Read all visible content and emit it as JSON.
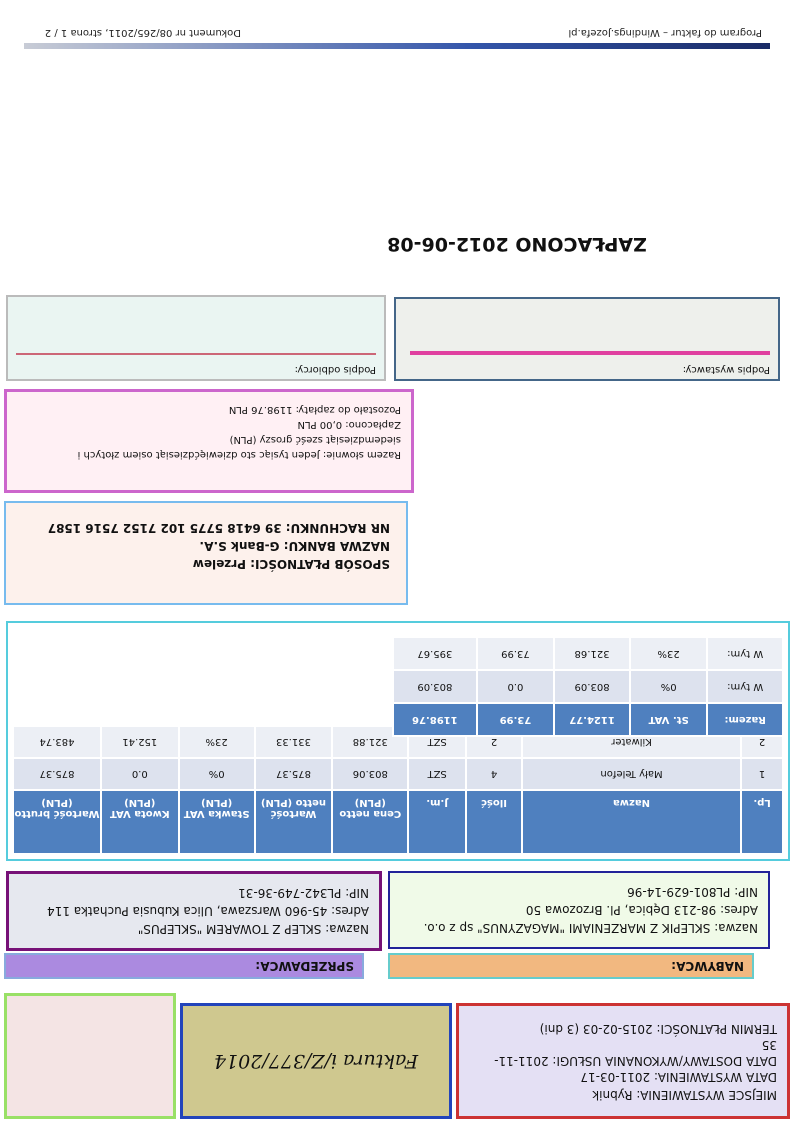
{
  "header": {
    "left": "Program do faktur – Windings.Jozefa.pl",
    "right": "Dokument nr 08/265/2011, strona 1 / 2"
  },
  "invoice": {
    "place": "MIEJSCE WYSTAWIENIA: Rybnik",
    "issue_date": "DATA WYSTAWIENIA: 2011-03-17",
    "delivery_date_1": "DATA DOSTAWY/WYKONANIA USŁUGI: 2011-11-",
    "delivery_date_2": "35",
    "payment_term": "TERMIN PŁATNOŚCI: 2015-02-03  (3 dni)",
    "number": "Faktura i/Z/377/2014"
  },
  "buyer": {
    "label": "NABYWCA:",
    "name": "Nazwa: SKLEPIK Z MARZENIAMI \"MAGAZYNUS\" sp z o.o.",
    "address": "Adres: 98-213 Dębica, Pl. Brzozowa 50",
    "nip": "NIP: PL801-629-14-96"
  },
  "seller": {
    "label": "SPRZEDAWCA:",
    "name": "Nazwa: SKLEP Z TOWAREM \"SKLEPUS\"",
    "address": "Adres: 45-960 Warszawa, Ulica Kubusia Puchatka 114",
    "nip": "NIP: PL342-749-36-31"
  },
  "table": {
    "headers": [
      "Lp.",
      "Nazwa",
      "Ilość",
      "J.m.",
      "Cena netto (PLN)",
      "Wartość netto (PLN)",
      "Stawka VAT (PLN)",
      "Kwota VAT (PLN)",
      "Wartość brutto (PLN)"
    ],
    "rows": [
      [
        "1",
        "Mały Telefon",
        "4",
        "SZT",
        "803.06",
        "875.37",
        "0%",
        "0.0",
        "875.37"
      ],
      [
        "2",
        "Kilwater",
        "2",
        "SZT",
        "321.88",
        "331.33",
        "23%",
        "152.41",
        "483.74"
      ]
    ],
    "summary_header": [
      "Razem:",
      "St. VAT",
      "1124.77",
      "73.99",
      "1198.76"
    ],
    "summary_rows": [
      [
        "W tym:",
        "0%",
        "803.09",
        "0.0",
        "803.09"
      ],
      [
        "W tym:",
        "23%",
        "321.68",
        "73.99",
        "395.67"
      ]
    ]
  },
  "payment": {
    "method": "SPOSÓB PŁATNOŚCI: Przelew",
    "bank": "NAZWA BANKU: G-Bank S.A.",
    "account": "NR RACHUNKU: 39 6418 5775 102 7152 7516 1587"
  },
  "amounts": {
    "words_1": "Razem słownie: Jeden tysiąc sto dziewięćdziesiąt  osiem  złotych i",
    "words_2": "siedemdziesiąt  sześć groszy (PLN)",
    "paid": "Zapłacono: 0,00 PLN",
    "remaining": "Pozostało do zapłaty: 1198.76 PLN"
  },
  "signatures": {
    "issuer": "Podpis wystawcy:",
    "receiver": "Podpis odbiorcy:"
  },
  "stamp": "ZAPŁACONO 2012-06-08",
  "colors": {
    "table_header": "#4f80bf",
    "buyer_label_bg": "#f2b880",
    "seller_label_bg": "#ab8ae0",
    "invoice_number_bg": "#cfc88f"
  }
}
